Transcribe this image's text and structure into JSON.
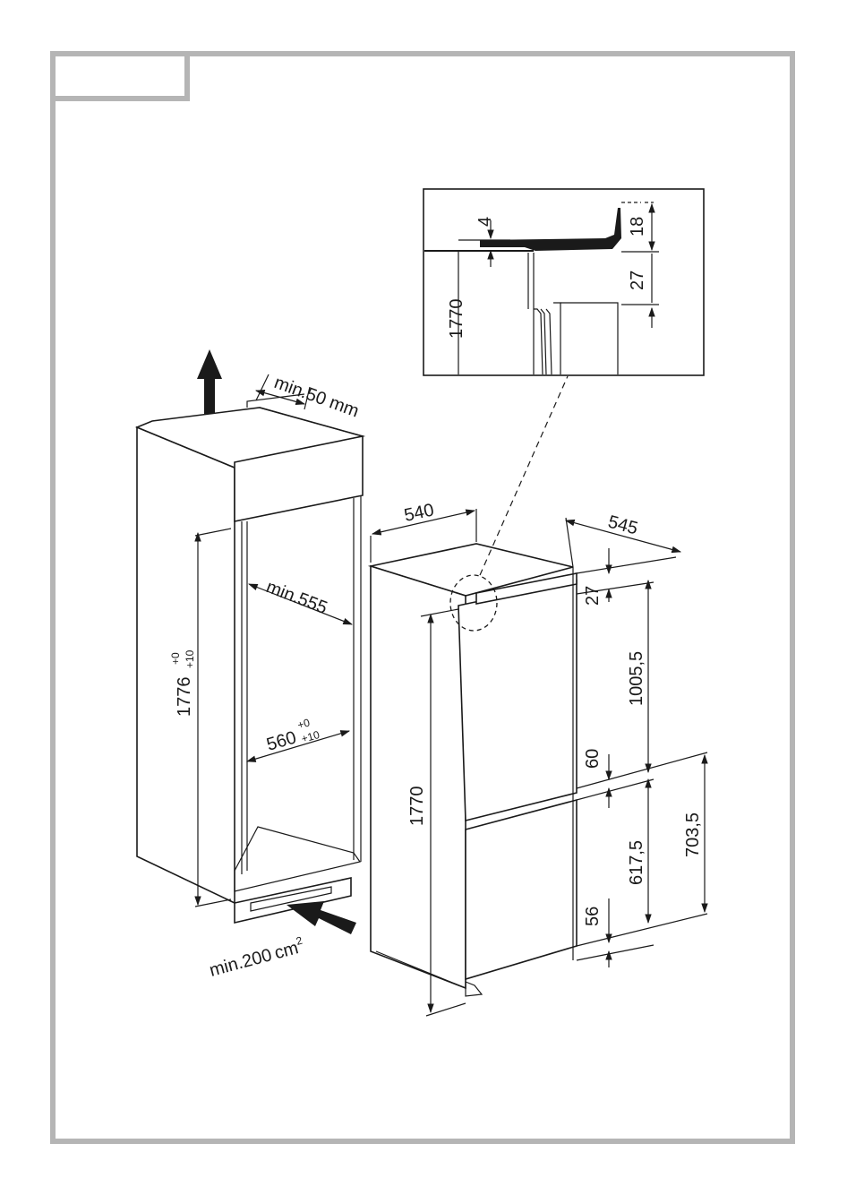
{
  "frame": {
    "border_color": "#b5b5b5",
    "line_color": "#1a1a1a"
  },
  "cabinet": {
    "vent_top": "min.50 mm",
    "vent_bottom": "min.",
    "vent_bottom_num": "200",
    "vent_bottom_unit": "cm",
    "vent_bottom_sup": "2",
    "depth": "min.555",
    "height": "1776",
    "height_tol_plus": "+0",
    "height_tol_minus": "+10",
    "width": "560",
    "width_tol_plus": "+0",
    "width_tol_minus": "+10"
  },
  "appliance": {
    "width": "540",
    "depth": "545",
    "height": "1770",
    "top_gap": "27",
    "upper_door": "1005,5",
    "gap_mid": "60",
    "lower_door": "617,5",
    "lower_section": "703,5",
    "bottom_gap": "56"
  },
  "detail": {
    "gap": "4",
    "height": "1770",
    "top": "18",
    "offset": "27"
  }
}
